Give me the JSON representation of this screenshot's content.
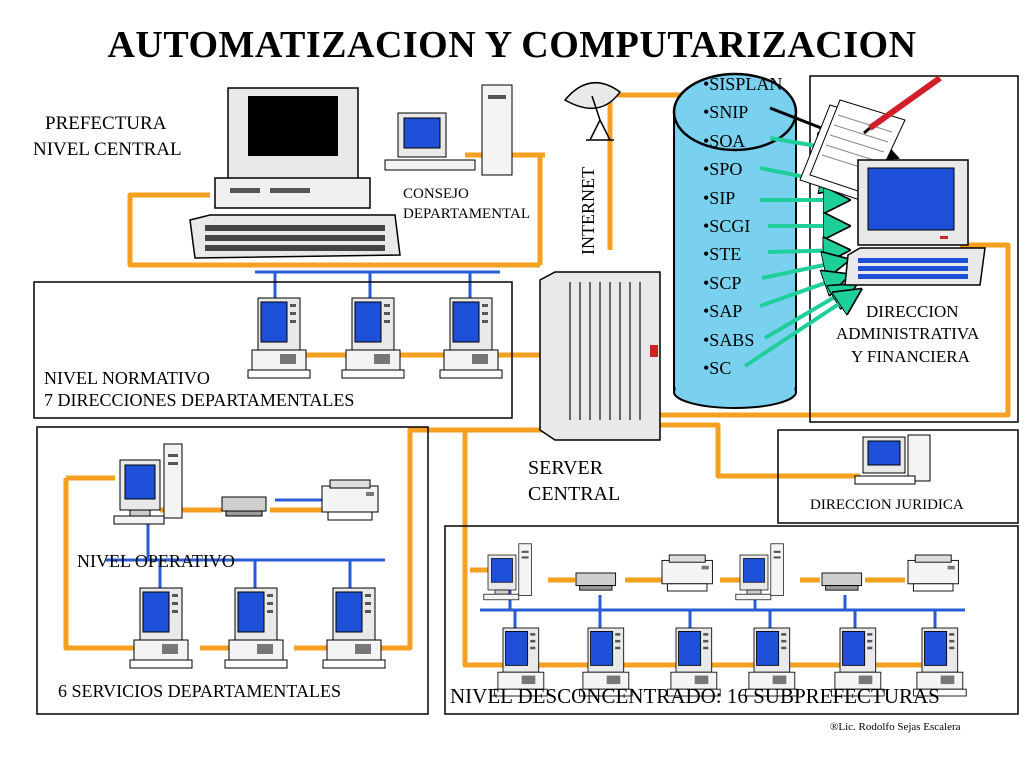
{
  "title": "AUTOMATIZACION Y COMPUTARIZACION",
  "labels": {
    "prefectura_1": "PREFECTURA",
    "prefectura_2": "NIVEL CENTRAL",
    "consejo_1": "CONSEJO",
    "consejo_2": "DEPARTAMENTAL",
    "internet": "INTERNET",
    "normativo_1": "NIVEL NORMATIVO",
    "normativo_2": "7  DIRECCIONES DEPARTAMENTALES",
    "server_1": "SERVER",
    "server_2": "CENTRAL",
    "direccion_adm_1": "DIRECCION",
    "direccion_adm_2": "ADMINISTRATIVA",
    "direccion_adm_3": "Y FINANCIERA",
    "juridica": "DIRECCION   JURIDICA",
    "operativo": "NIVEL OPERATIVO",
    "servicios": "6   SERVICIOS DEPARTAMENTALES",
    "desconcentrado": "NIVEL  DESCONCENTRADO: 16  SUBPREFECTURAS",
    "credit": "®Lic. Rodolfo Sejas Escalera"
  },
  "systems": [
    "•SISPLAN",
    "•SNIP",
    "•SOA",
    "•SPO",
    "•SIP",
    "•SCGI",
    "•STE",
    "•SCP",
    "•SAP",
    "•SABS",
    "•SC"
  ],
  "colors": {
    "link": "#f5a020",
    "lan": "#2a5bd7",
    "screen": "#1d4fd8",
    "database": "#7ad0ef",
    "arrow": "#1fcf9a",
    "case": "#e9e9e9"
  }
}
